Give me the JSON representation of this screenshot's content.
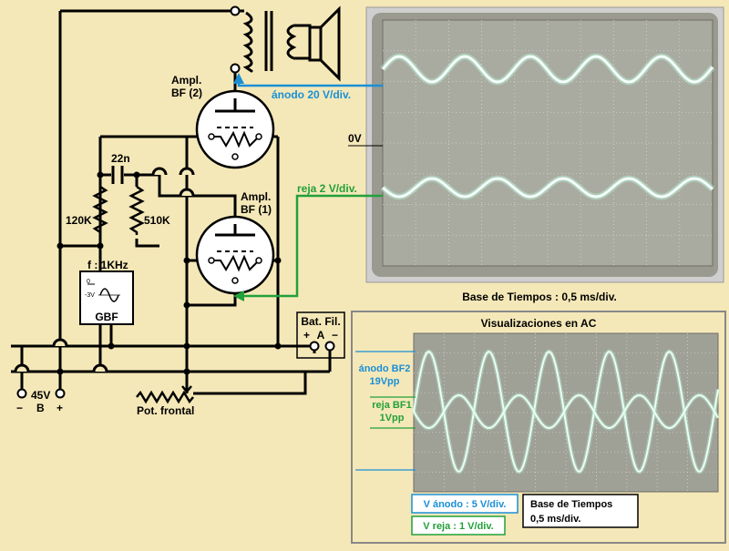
{
  "circuit": {
    "stage2_label_line1": "Ampl.",
    "stage2_label_line2": "BF (2)",
    "stage1_label_line1": "Ampl.",
    "stage1_label_line2": "BF (1)",
    "cap_label": "22n",
    "r1_label": "120K",
    "r2_label": "510K",
    "gen_freq": "f : 1KHz",
    "gen_name": "GBF",
    "gen_wave_label": "-3V",
    "battery_title": "Bat. Fil.",
    "battery_plus": "+",
    "battery_letter": "A",
    "battery_minus": "−",
    "supply_voltage": "45V",
    "supply_minus": "−",
    "supply_letter": "B",
    "supply_plus": "+",
    "pot_label": "Pot. frontal"
  },
  "scope_top": {
    "zero_label": "0V",
    "anode_label": "ánodo 20 V/div.",
    "grid_label": "reja 2 V/div.",
    "timebase": "Base de Tiempos : 0,5 ms/div.",
    "anode_color": "#1a8fd6",
    "grid_color": "#22a03a"
  },
  "scope_ac": {
    "title": "Visualizaciones en AC",
    "anode_name": "ánodo BF2",
    "anode_vpp": "19Vpp",
    "grid_name": "reja BF1",
    "grid_vpp": "1Vpp",
    "anode_scale": "V ánodo : 5 V/div.",
    "grid_scale": "V reja : 1 V/div.",
    "timebase_line1": "Base de Tiempos",
    "timebase_line2": "0,5 ms/div."
  }
}
